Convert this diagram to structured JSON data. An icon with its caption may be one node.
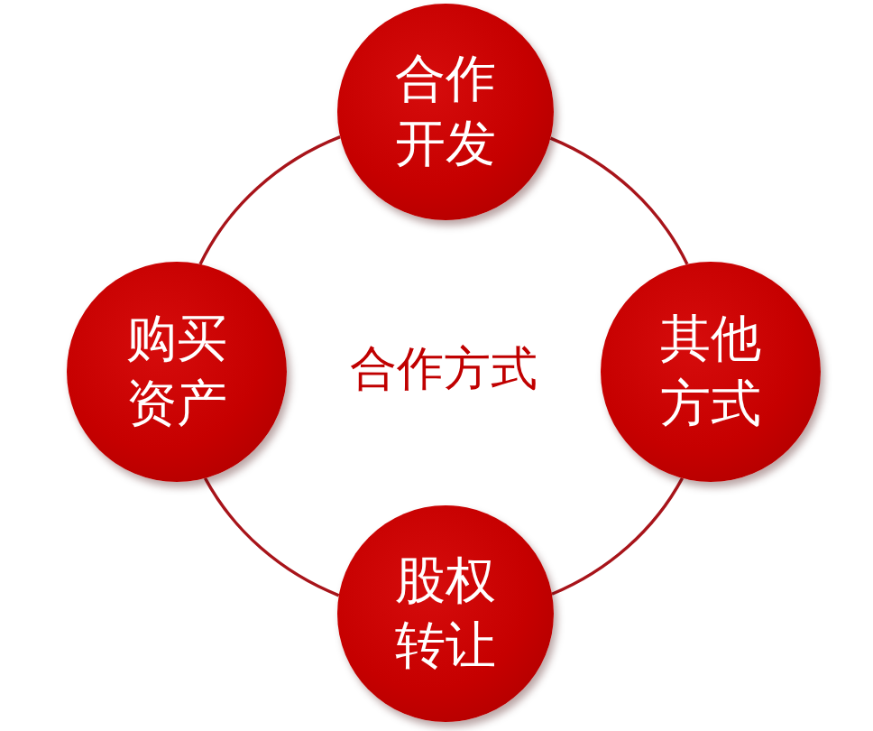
{
  "diagram": {
    "nodes": [
      {
        "text": [
          "合作开发"
        ]
      },
      {
        "text": [
          "购买资产"
        ]
      },
      {
        "text": [
          "其他方式"
        ]
      },
      {
        "text": [
          "股权转让"
        ]
      }
    ],
    "edges": [
      {
        "from": 0,
        "to": 2,
        "arrow": "none"
      },
      {
        "from": 2,
        "to": 3,
        "arrow": "none"
      },
      {
        "from": 3,
        "to": 1,
        "arrow": "none"
      },
      {
        "from": 1,
        "to": 0,
        "arrow": "none"
      }
    ],
    "labels": [
      "合作方式"
    ]
  }
}
